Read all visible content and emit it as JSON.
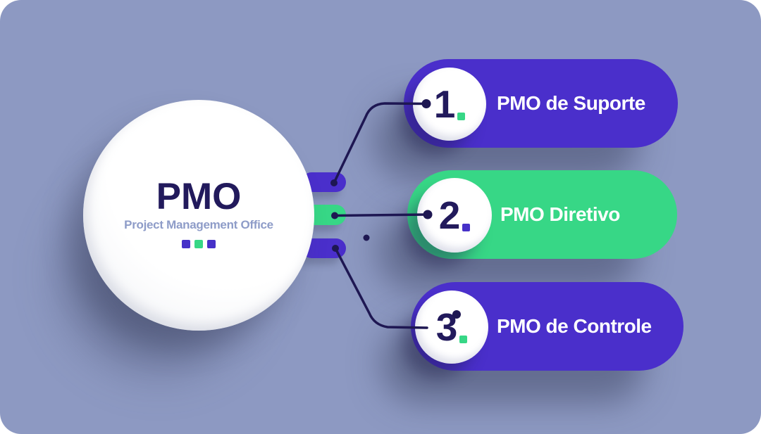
{
  "colors": {
    "background": "#8d99c2",
    "purple": "#4a2fcb",
    "green": "#37d786",
    "navy": "#221a5c",
    "line": "#1e1752",
    "subtitle_text": "#8e9cc8",
    "label_text": "#ffffff"
  },
  "center": {
    "title": "PMO",
    "subtitle": "Project Management Office",
    "squares": [
      "#4631c8",
      "#37d786",
      "#4631c8"
    ]
  },
  "items": [
    {
      "number": "1",
      "label": "PMO de Suporte",
      "pill_color": "#4a2fcb",
      "tab_color": "#4a2fcb",
      "period_color": "#37d786",
      "number_color": "#221a5c",
      "label_color": "#ffffff"
    },
    {
      "number": "2",
      "label": "PMO Diretivo",
      "pill_color": "#37d786",
      "tab_color": "#37d786",
      "period_color": "#4631c8",
      "number_color": "#221a5c",
      "label_color": "#ffffff"
    },
    {
      "number": "3",
      "label": "PMO de Controle",
      "pill_color": "#4a2fcb",
      "tab_color": "#4a2fcb",
      "period_color": "#37d786",
      "number_color": "#221a5c",
      "label_color": "#ffffff"
    }
  ]
}
